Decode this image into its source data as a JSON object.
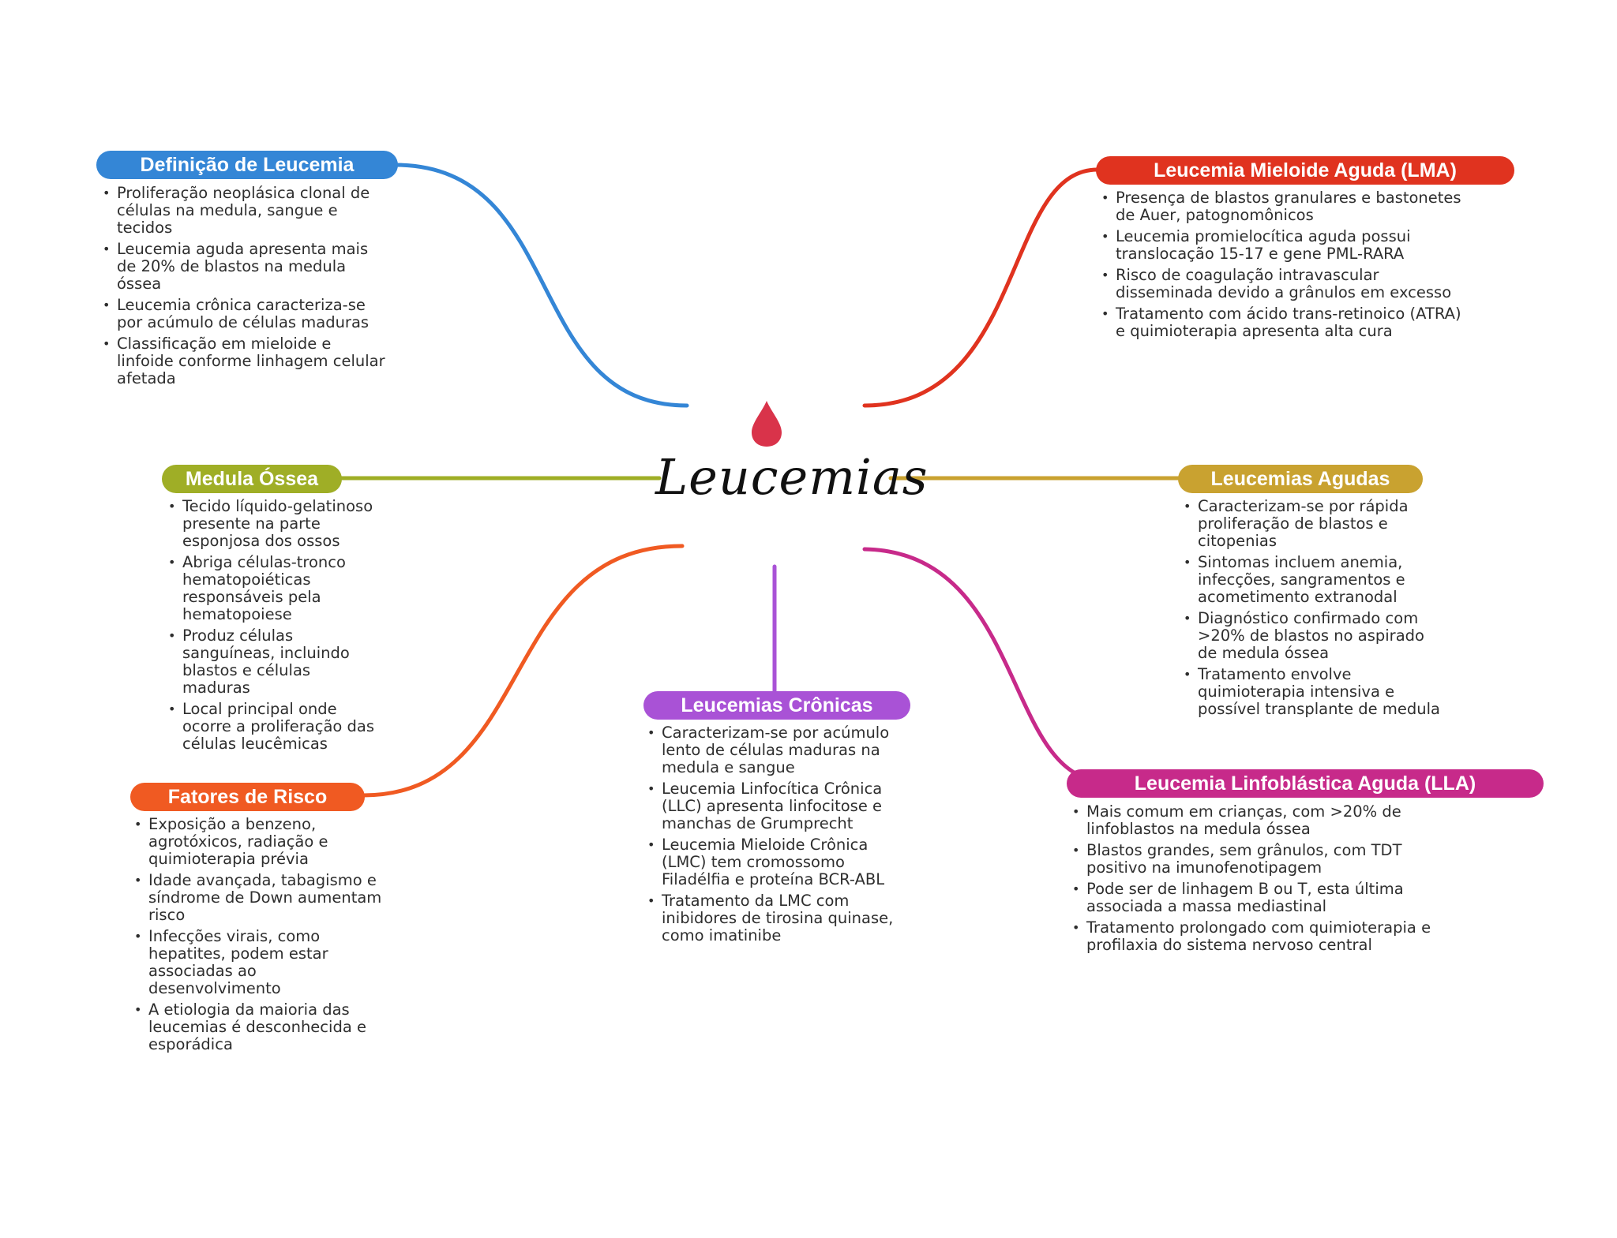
{
  "central": {
    "title": "Leucemias",
    "drop_icon": "blood-drop-icon",
    "drop_color": "#d9334a"
  },
  "branches": {
    "definicao": {
      "color": "#3486d6",
      "title": "Definição de Leucemia",
      "items": [
        "Proliferação neoplásica clonal de células na medula, sangue e tecidos",
        "Leucemia aguda apresenta mais de 20% de blastos na medula óssea",
        "Leucemia crônica caracteriza-se por acúmulo de células maduras",
        "Classificação em mieloide e linfoide conforme linhagem celular afetada"
      ]
    },
    "medula": {
      "color": "#9fae26",
      "title": "Medula Óssea",
      "items": [
        "Tecido líquido-gelatinoso presente na parte esponjosa dos ossos",
        "Abriga células-tronco hematopoiéticas responsáveis pela hematopoiese",
        "Produz células sanguíneas, incluindo blastos e células maduras",
        "Local principal onde ocorre a proliferação das células leucêmicas"
      ]
    },
    "fatores": {
      "color": "#f05a22",
      "title": "Fatores de Risco",
      "items": [
        "Exposição a benzeno, agrotóxicos, radiação e quimioterapia prévia",
        "Idade avançada, tabagismo e síndrome de Down aumentam risco",
        "Infecções virais, como hepatites, podem estar associadas ao desenvolvimento",
        "A etiologia da maioria das leucemias é desconhecida e esporádica"
      ]
    },
    "cronicas": {
      "color": "#a952d6",
      "title": "Leucemias Crônicas",
      "items": [
        "Caracterizam-se por acúmulo lento de células maduras na medula e sangue",
        "Leucemia Linfocítica Crônica (LLC) apresenta linfocitose e manchas de Grumprecht",
        "Leucemia Mieloide Crônica (LMC) tem cromossomo Filadélfia e proteína BCR-ABL",
        "Tratamento da LMC com inibidores de tirosina quinase, como imatinibe"
      ]
    },
    "lma": {
      "color": "#e0331f",
      "title": "Leucemia Mieloide Aguda (LMA)",
      "items": [
        "Presença de blastos granulares e bastonetes de Auer, patognomônicos",
        "Leucemia promielocítica aguda possui translocação 15-17 e gene PML-RARA",
        "Risco de coagulação intravascular disseminada devido a grânulos em excesso",
        "Tratamento com ácido trans-retinoico (ATRA) e quimioterapia apresenta alta cura"
      ]
    },
    "agudas": {
      "color": "#c9a230",
      "title": "Leucemias Agudas",
      "items": [
        "Caracterizam-se por rápida proliferação de blastos e citopenias",
        "Sintomas incluem anemia, infecções, sangramentos e acometimento extranodal",
        "Diagnóstico confirmado com >20% de blastos no aspirado de medula óssea",
        "Tratamento envolve quimioterapia intensiva e possível transplante de medula"
      ]
    },
    "lla": {
      "color": "#c72a8a",
      "title": "Leucemia Linfoblástica Aguda (LLA)",
      "items": [
        "Mais comum em crianças, com >20% de linfoblastos na medula óssea",
        "Blastos grandes, sem grânulos, com TDT positivo na imunofenotipagem",
        "Pode ser de linhagem B ou T, esta última associada a massa mediastinal",
        "Tratamento prolongado com quimioterapia e profilaxia do sistema nervoso central"
      ]
    }
  }
}
